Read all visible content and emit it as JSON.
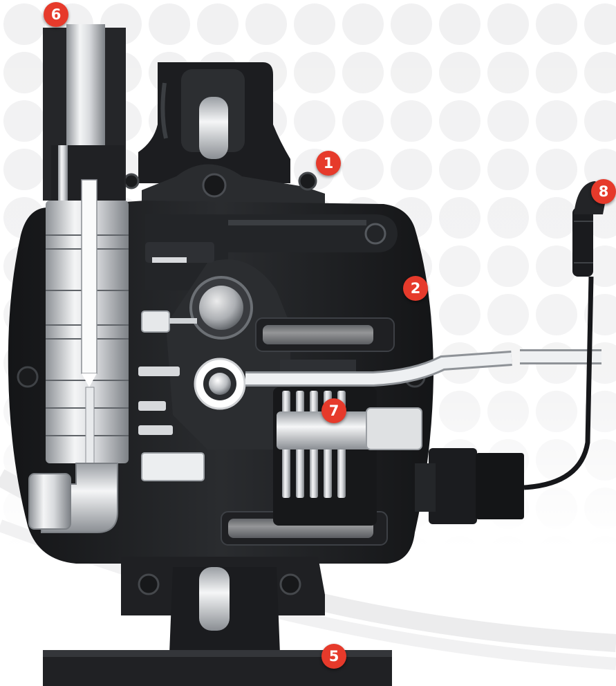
{
  "colors": {
    "callout_red": "#e63a2b",
    "housing_black": "#1a1b1d",
    "metal_light": "#e4e6e8",
    "background_dot": "#f2f2f3"
  },
  "callouts": [
    {
      "id": "1",
      "label": "1"
    },
    {
      "id": "2",
      "label": "2"
    },
    {
      "id": "5",
      "label": "5"
    },
    {
      "id": "6",
      "label": "6"
    },
    {
      "id": "7",
      "label": "7"
    },
    {
      "id": "8",
      "label": "8"
    }
  ]
}
